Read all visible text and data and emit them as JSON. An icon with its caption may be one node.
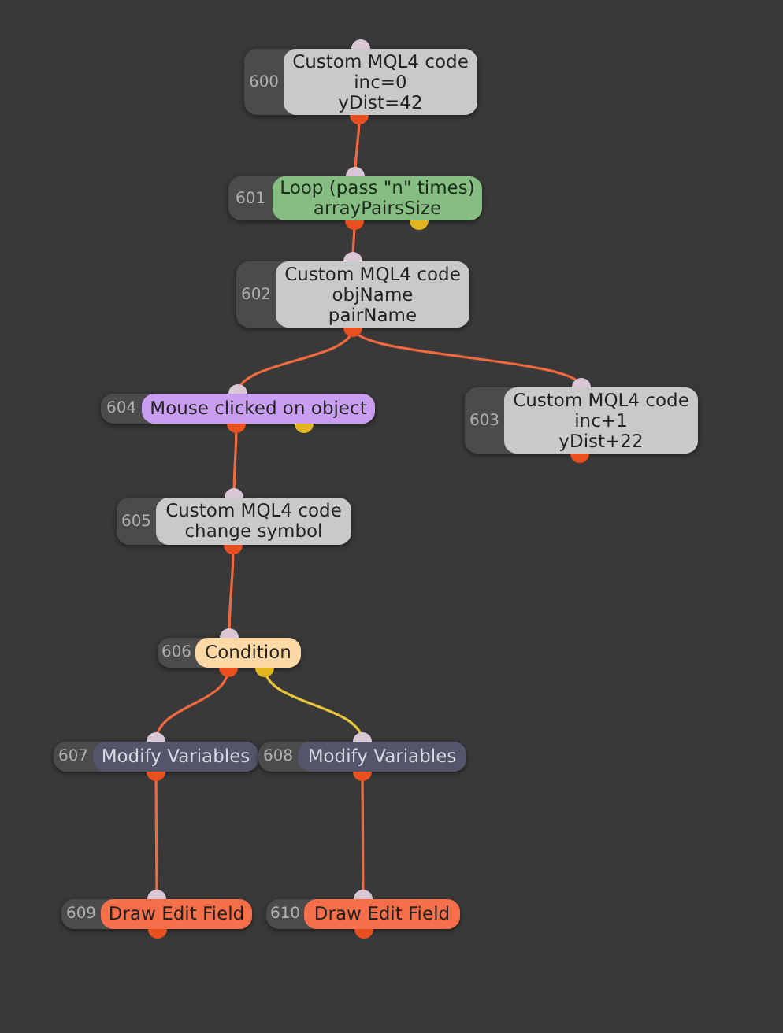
{
  "diagram": {
    "nodes": [
      {
        "text": [
          "600",
          "Custom MQL4 code",
          "inc=0",
          "yDist=42"
        ]
      },
      {
        "text": [
          "601",
          "Loop (pass \"n\" times)",
          "arrayPairsSize"
        ]
      },
      {
        "text": [
          "602",
          "Custom MQL4 code",
          "objName",
          "pairName"
        ]
      },
      {
        "text": [
          "603",
          "Custom MQL4 code",
          "inc+1",
          "yDist+22"
        ]
      },
      {
        "text": [
          "604",
          "Mouse clicked on object"
        ]
      },
      {
        "text": [
          "605",
          "Custom MQL4 code",
          "change symbol"
        ]
      },
      {
        "text": [
          "606",
          "Condition"
        ]
      },
      {
        "text": [
          "607",
          "Modify Variables"
        ]
      },
      {
        "text": [
          "608",
          "Modify Variables"
        ]
      },
      {
        "text": [
          "609",
          "Draw Edit Field"
        ]
      },
      {
        "text": [
          "610",
          "Draw Edit Field"
        ]
      }
    ],
    "edges": [
      {
        "from": 0,
        "to": 1,
        "arrow": "none"
      },
      {
        "from": 1,
        "to": 2,
        "arrow": "none"
      },
      {
        "from": 2,
        "to": 4,
        "arrow": "none"
      },
      {
        "from": 2,
        "to": 3,
        "arrow": "none"
      },
      {
        "from": 4,
        "to": 5,
        "arrow": "none"
      },
      {
        "from": 5,
        "to": 6,
        "arrow": "none"
      },
      {
        "from": 6,
        "to": 7,
        "arrow": "none"
      },
      {
        "from": 6,
        "to": 8,
        "arrow": "none",
        "color": "#e8c53a"
      },
      {
        "from": 7,
        "to": 9,
        "arrow": "none"
      },
      {
        "from": 8,
        "to": 10,
        "arrow": "none"
      }
    ]
  }
}
